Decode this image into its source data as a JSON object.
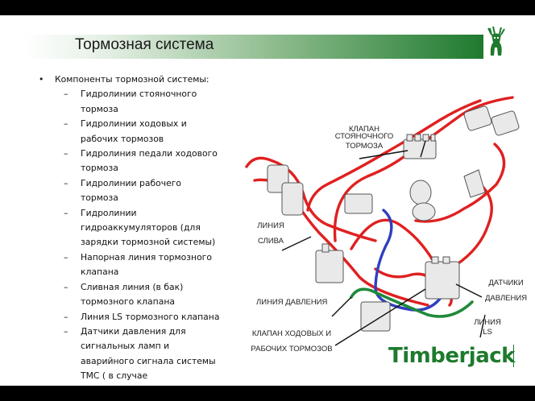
{
  "slide": {
    "title": "Тормозная система",
    "bullets": [
      {
        "marker": "•",
        "text": "Компоненты тормозной системы:",
        "level": 1
      },
      {
        "marker": "–",
        "text": "Гидролинии стояночного",
        "level": 2
      },
      {
        "marker": "",
        "text": "тормоза",
        "level": 2
      },
      {
        "marker": "–",
        "text": "Гидролинии ходовых и",
        "level": 2
      },
      {
        "marker": "",
        "text": "рабочих тормозов",
        "level": 2
      },
      {
        "marker": "–",
        "text": "Гидролиния педали ходового",
        "level": 2
      },
      {
        "marker": "",
        "text": "тормоза",
        "level": 2
      },
      {
        "marker": "–",
        "text": "Гидролинии рабочего",
        "level": 2
      },
      {
        "marker": "",
        "text": "тормоза",
        "level": 2
      },
      {
        "marker": "–",
        "text": "Гидролинии",
        "level": 2
      },
      {
        "marker": "",
        "text": "гидроаккумуляторов (для",
        "level": 2
      },
      {
        "marker": "",
        "text": "зарядки тормозной системы)",
        "level": 2
      },
      {
        "marker": "–",
        "text": "Напорная линия тормозного",
        "level": 2
      },
      {
        "marker": "",
        "text": "клапана",
        "level": 2
      },
      {
        "marker": "–",
        "text": "Сливная линия (в бак)",
        "level": 2
      },
      {
        "marker": "",
        "text": "тормозного клапана",
        "level": 2
      },
      {
        "marker": "–",
        "text": "Линия LS тормозного клапана",
        "level": 2
      },
      {
        "marker": "–",
        "text": "Датчики давления для",
        "level": 2
      },
      {
        "marker": "",
        "text": "сигнальных ламп и",
        "level": 2
      },
      {
        "marker": "",
        "text": "аварийного сигнала системы",
        "level": 2
      },
      {
        "marker": "",
        "text": "ТМС ( в случае",
        "level": 2
      }
    ]
  },
  "diagram": {
    "labels": {
      "parking_valve_1": "КЛАПАН",
      "parking_valve_2": "СТОЯНОЧНОГО",
      "parking_valve_3": "ТОРМОЗА",
      "drain_line_1": "ЛИНИЯ",
      "drain_line_2": "СЛИВА",
      "pressure_line": "ЛИНИЯ ДАВЛЕНИЯ",
      "sensors_1": "ДАТЧИКИ",
      "sensors_2": "ДАВЛЕНИЯ",
      "ls_line_1": "ЛИНИЯ",
      "ls_line_2": "LS",
      "brake_valve_1": "КЛАПАН ХОДОВЫХ И",
      "brake_valve_2": "РАБОЧИХ ТОРМОЗОВ"
    },
    "colors": {
      "brake_lines": "#e02020",
      "drain_line": "#2f3fbf",
      "pressure_line": "#1f8a3a",
      "components": "#6a6a6a"
    }
  },
  "brand": {
    "name": "Timberjack",
    "color": "#1e7a2e",
    "logo_icon": "deer-icon"
  }
}
